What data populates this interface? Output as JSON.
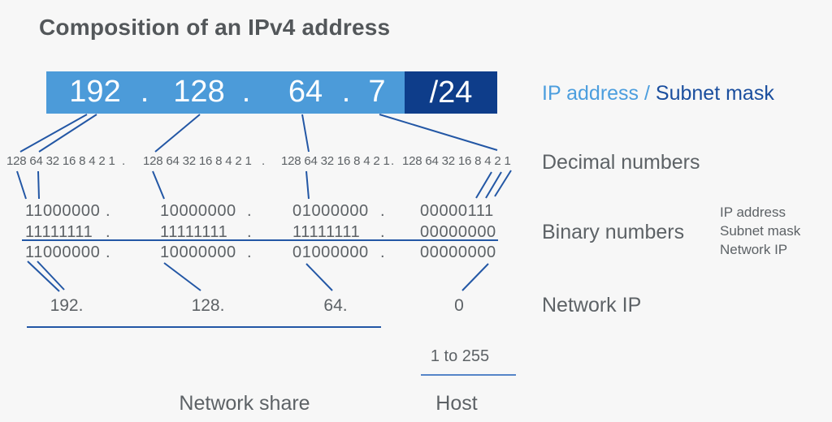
{
  "title": "Composition of an IPv4 address",
  "address_bar": {
    "octets": [
      "192",
      "128",
      "64",
      "7"
    ],
    "separator": ".",
    "subnet_prefix": "/24"
  },
  "heading_labels": {
    "ip_address": "IP address",
    "slash": " / ",
    "subnet_mask": "Subnet mask"
  },
  "decimal_row": {
    "group": "128 64 32 16 8 4 2 1",
    "separator": "."
  },
  "row_labels": {
    "decimal": "Decimal numbers",
    "binary": "Binary numbers",
    "network_ip": "Network IP"
  },
  "binary_legend": [
    "IP address",
    "Subnet mask",
    "Network IP"
  ],
  "binary_rows": {
    "separator": ".",
    "ip": [
      "11000000",
      "10000000",
      "01000000",
      "00000111"
    ],
    "subnet_mask": [
      "11111111",
      "11111111",
      "11111111",
      "00000000"
    ],
    "network_ip": [
      "11000000",
      "10000000",
      "01000000",
      "00000000"
    ]
  },
  "network_ip_row": [
    "192.",
    "128.",
    "64.",
    "0"
  ],
  "bottom": {
    "host_range": "1 to 255",
    "network_share": "Network share",
    "host": "Host"
  },
  "colors": {
    "bg": "#f7f7f7",
    "light-blue": "#4c9bd9",
    "dark-blue": "#0e3d8a",
    "line-blue": "#2357a5",
    "host-line": "#5585c8",
    "title-gray": "#53575a",
    "text-gray": "#5d6266",
    "ip-blue": "#4c9ede",
    "mask-blue": "#1a4e9e"
  }
}
